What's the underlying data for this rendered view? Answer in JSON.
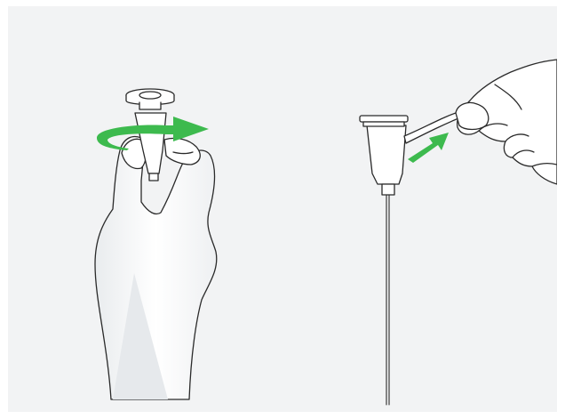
{
  "illustration": {
    "panels": [
      {
        "name": "twist-panel",
        "arrow": "rotation-arrow"
      },
      {
        "name": "remove-panel",
        "arrow": "pull-arrow"
      }
    ],
    "colors": {
      "background": "#f2f3f4",
      "line": "#2a2a2a",
      "hand_fill": "#ffffff",
      "shadow": "#dfe3e6",
      "arrow_green": "#3dba4e"
    }
  }
}
